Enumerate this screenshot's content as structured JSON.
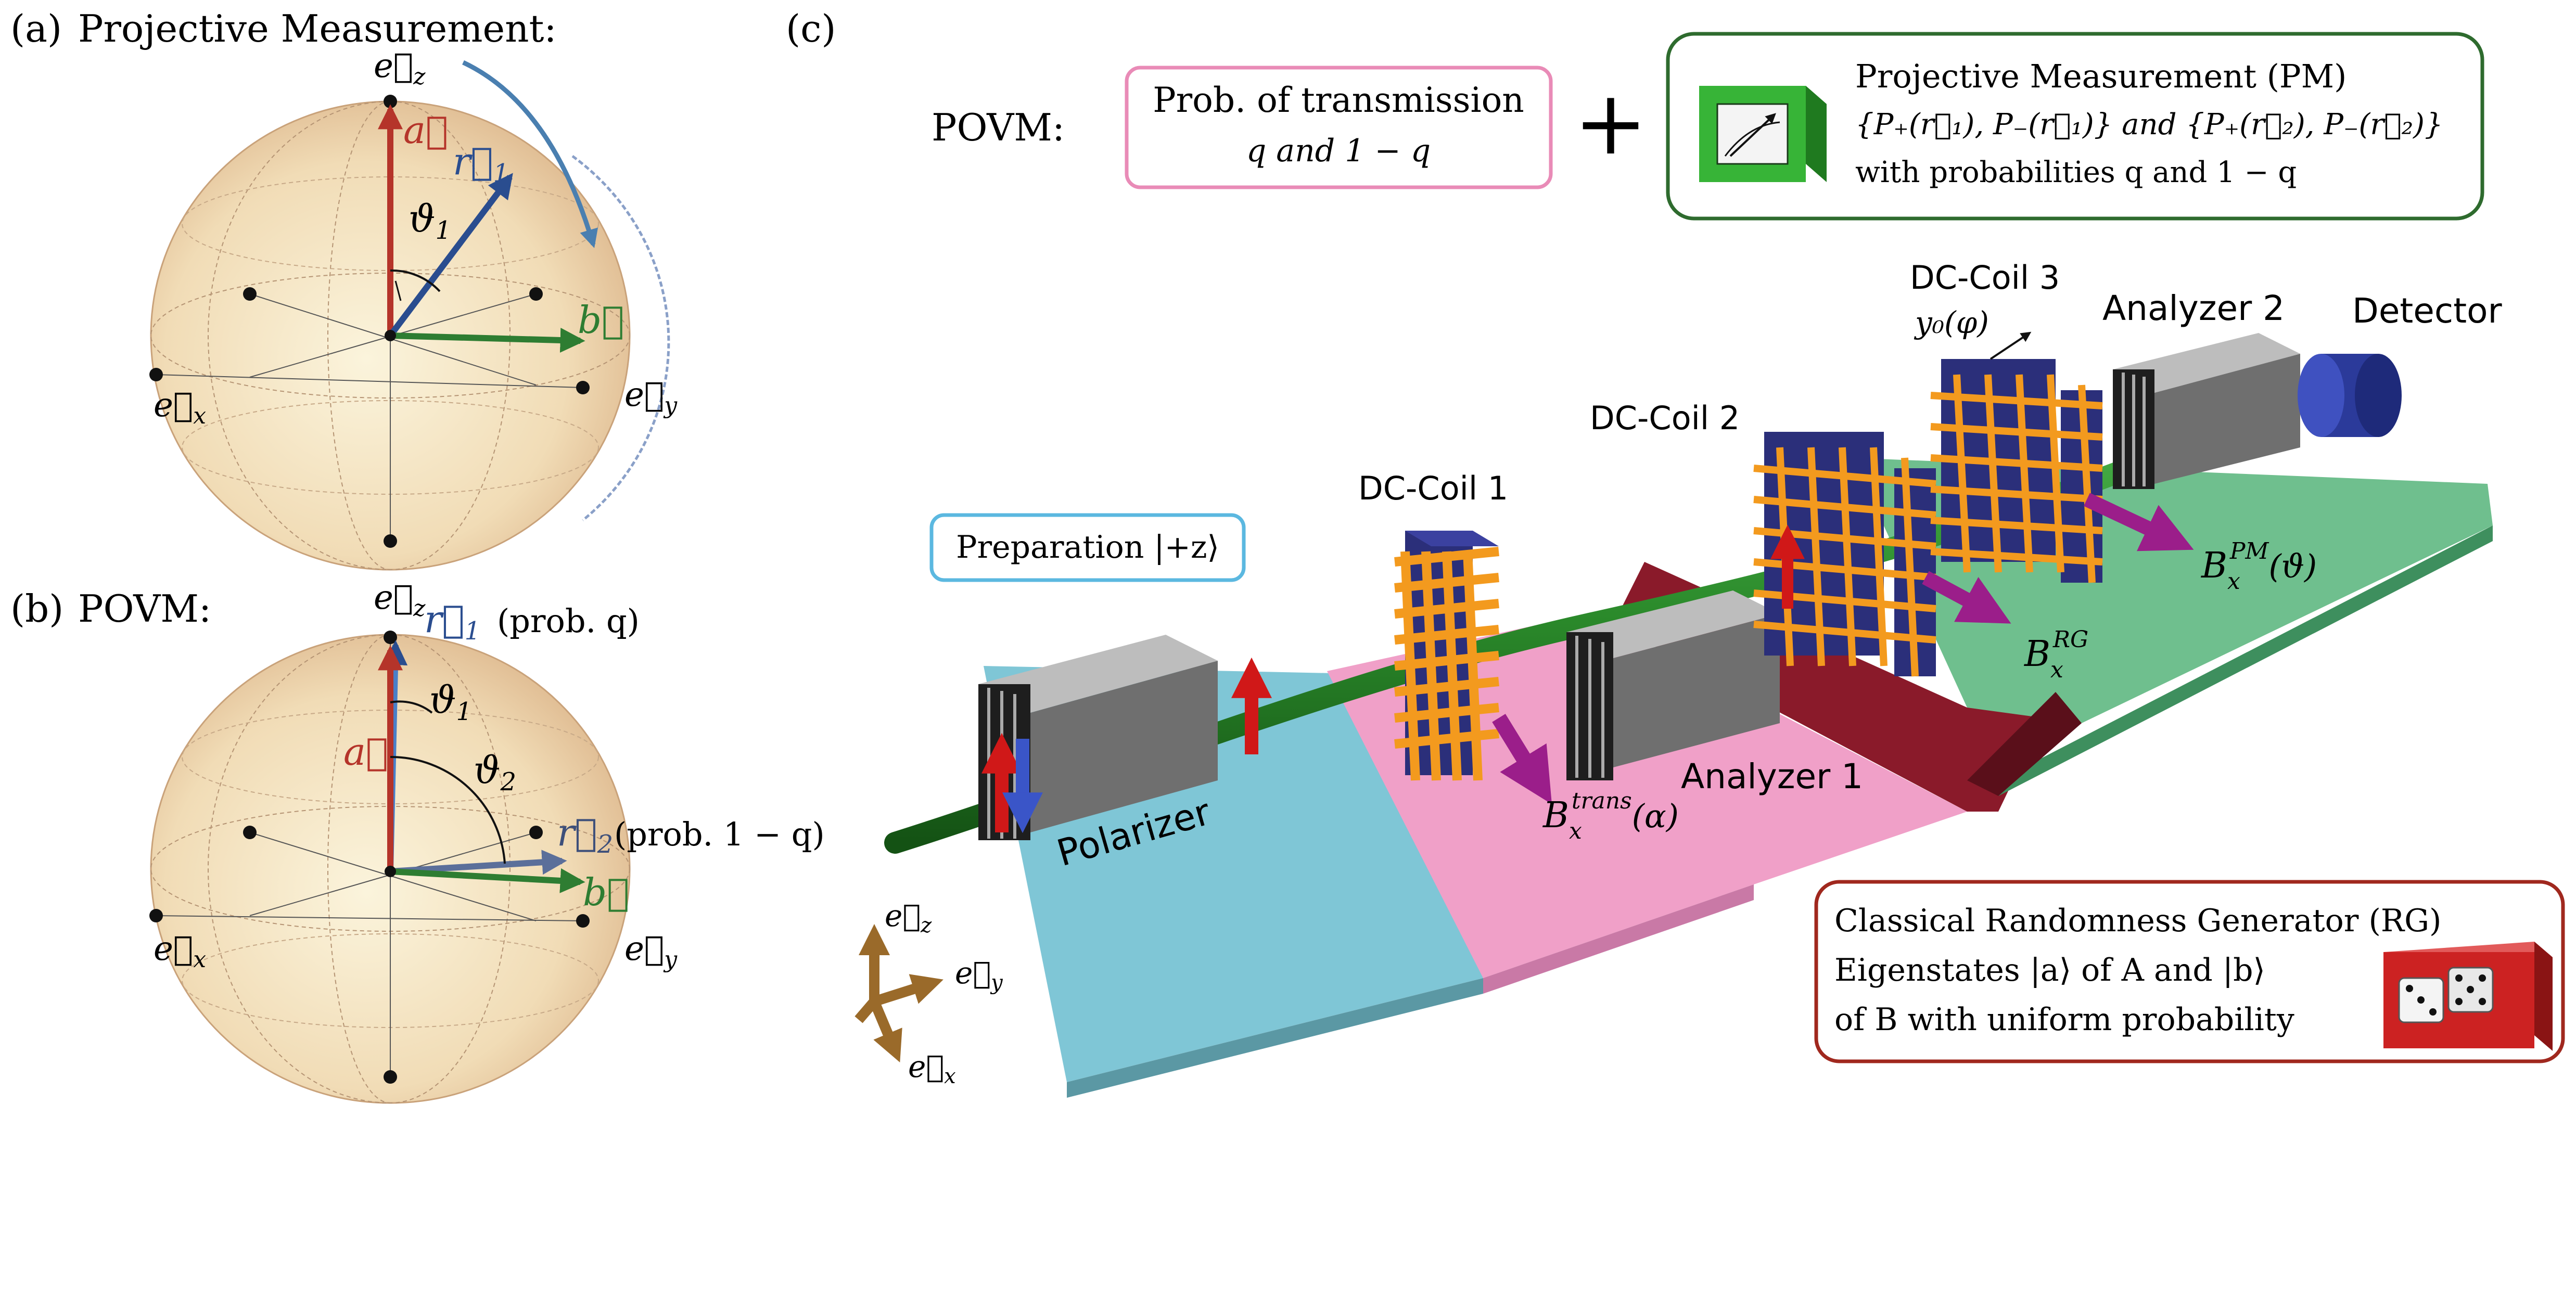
{
  "panel_a": {
    "label": "(a)",
    "title": "Projective Measurement:",
    "ez": "e⃗",
    "ez_sub": "z",
    "ex": "e⃗",
    "ex_sub": "x",
    "ey": "e⃗",
    "ey_sub": "y",
    "a_vec": "a⃗",
    "r1_vec": "r⃗",
    "r1_sub": "1",
    "b_vec": "b⃗",
    "theta1": "ϑ",
    "theta1_sub": "1"
  },
  "panel_b": {
    "label": "(b)",
    "title": "POVM:",
    "ez": "e⃗",
    "ez_sub": "z",
    "ex": "e⃗",
    "ex_sub": "x",
    "ey": "e⃗",
    "ey_sub": "y",
    "a_vec": "a⃗",
    "r1_vec": "r⃗",
    "r1_sub": "1",
    "r1_prob": "(prob. q)",
    "r2_vec": "r⃗",
    "r2_sub": "2",
    "r2_prob": "(prob. 1 − q)",
    "b_vec": "b⃗",
    "theta1": "ϑ",
    "theta1_sub": "1",
    "theta2": "ϑ",
    "theta2_sub": "2"
  },
  "panel_c": {
    "label": "(c)",
    "povm_label": "POVM:",
    "plus": "+",
    "trans_box": {
      "line1": "Prob. of transmission",
      "line2": "q and 1 − q"
    },
    "pm_box": {
      "line1": "Projective Measurement (PM)",
      "line2": "{P₊(r⃗₁), P₋(r⃗₁)} and {P₊(r⃗₂), P₋(r⃗₂)}",
      "line3": "with probabilities q and 1 − q"
    },
    "prep_box": "Preparation |+z⟩",
    "rg_box": {
      "line1": "Classical Randomness Generator (RG)",
      "line2": "Eigenstates |a⟩ of A and |b⟩",
      "line3": "of B with uniform probability"
    },
    "labels": {
      "polarizer": "Polarizer",
      "dc_coil_1": "DC-Coil 1",
      "dc_coil_2": "DC-Coil 2",
      "dc_coil_3": "DC-Coil 3",
      "analyzer_1": "Analyzer 1",
      "analyzer_2": "Analyzer 2",
      "detector": "Detector",
      "y0": "y₀(φ)",
      "b_trans": "B",
      "b_trans_sub": "x",
      "b_trans_sup": "trans",
      "b_trans_arg": "(α)",
      "b_rg": "B",
      "b_rg_sub": "x",
      "b_rg_sup": "RG",
      "b_pm": "B",
      "b_pm_sub": "x",
      "b_pm_sup": "PM",
      "b_pm_arg": "(ϑ)"
    },
    "axes": {
      "ez": "e⃗",
      "ez_sub": "z",
      "ey": "e⃗",
      "ey_sub": "y",
      "ex": "e⃗",
      "ex_sub": "x"
    }
  },
  "colors": {
    "vec_a": "#b5342a",
    "vec_r": "#2a4d8f",
    "vec_b": "#2e7d32",
    "box_pink": "#e98bb7",
    "box_green": "#2e6b2e",
    "box_blue": "#5bb8e0",
    "box_red": "#a0281e",
    "beam": "#2b8a2b",
    "coil_orange": "#f39a1e",
    "coil_navy": "#2b2f7a"
  }
}
